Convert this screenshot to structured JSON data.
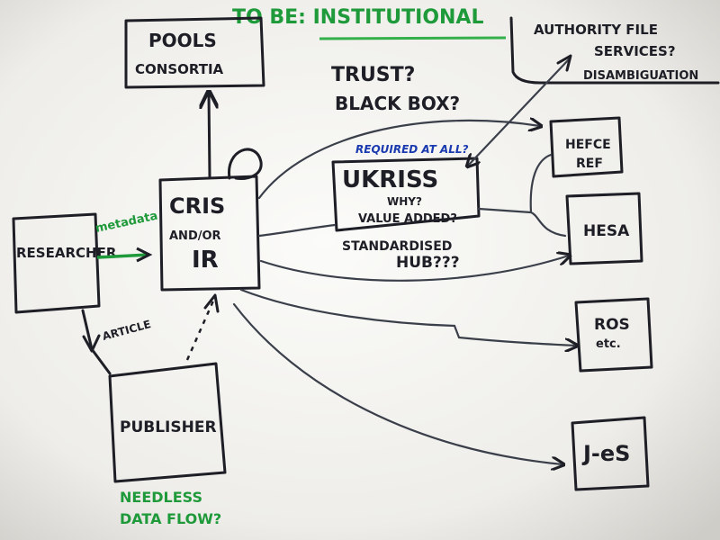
{
  "title": "TO BE: INSTITUTIONAL",
  "boxes": {
    "pools": {
      "line1": "POOLS",
      "line2": "CONSORTIA"
    },
    "authority": {
      "line1": "AUTHORITY FILE",
      "line2": "SERVICES?",
      "line3": "DISAMBIGUATION"
    },
    "cris": {
      "line1": "CRIS",
      "line2": "AND/OR",
      "line3": "IR"
    },
    "researcher": {
      "label": "RESEARCHER"
    },
    "publisher": {
      "label": "PUBLISHER"
    },
    "ukriss": {
      "line1": "UKRISS",
      "line2": "WHY?",
      "line3": "VALUE ADDED?"
    },
    "hefce": {
      "line1": "HEFCE",
      "line2": "REF"
    },
    "hesa": {
      "label": "HESA"
    },
    "ros": {
      "line1": "ROS",
      "line2": "etc."
    },
    "jes": {
      "label": "J-eS"
    }
  },
  "notes": {
    "trust": "TRUST?",
    "black_box": "BLACK BOX?",
    "required": "REQUIRED AT ALL?",
    "standardised": "STANDARDISED",
    "hub": "HUB???",
    "metadata": "metadata",
    "article": "ARTICLE",
    "needless1": "NEEDLESS",
    "needless2": "DATA FLOW?"
  },
  "colors": {
    "ink": "#1e1e26",
    "green": "#1f9a3a",
    "blue": "#1a3ab0",
    "paper": "#f4f3f0"
  }
}
